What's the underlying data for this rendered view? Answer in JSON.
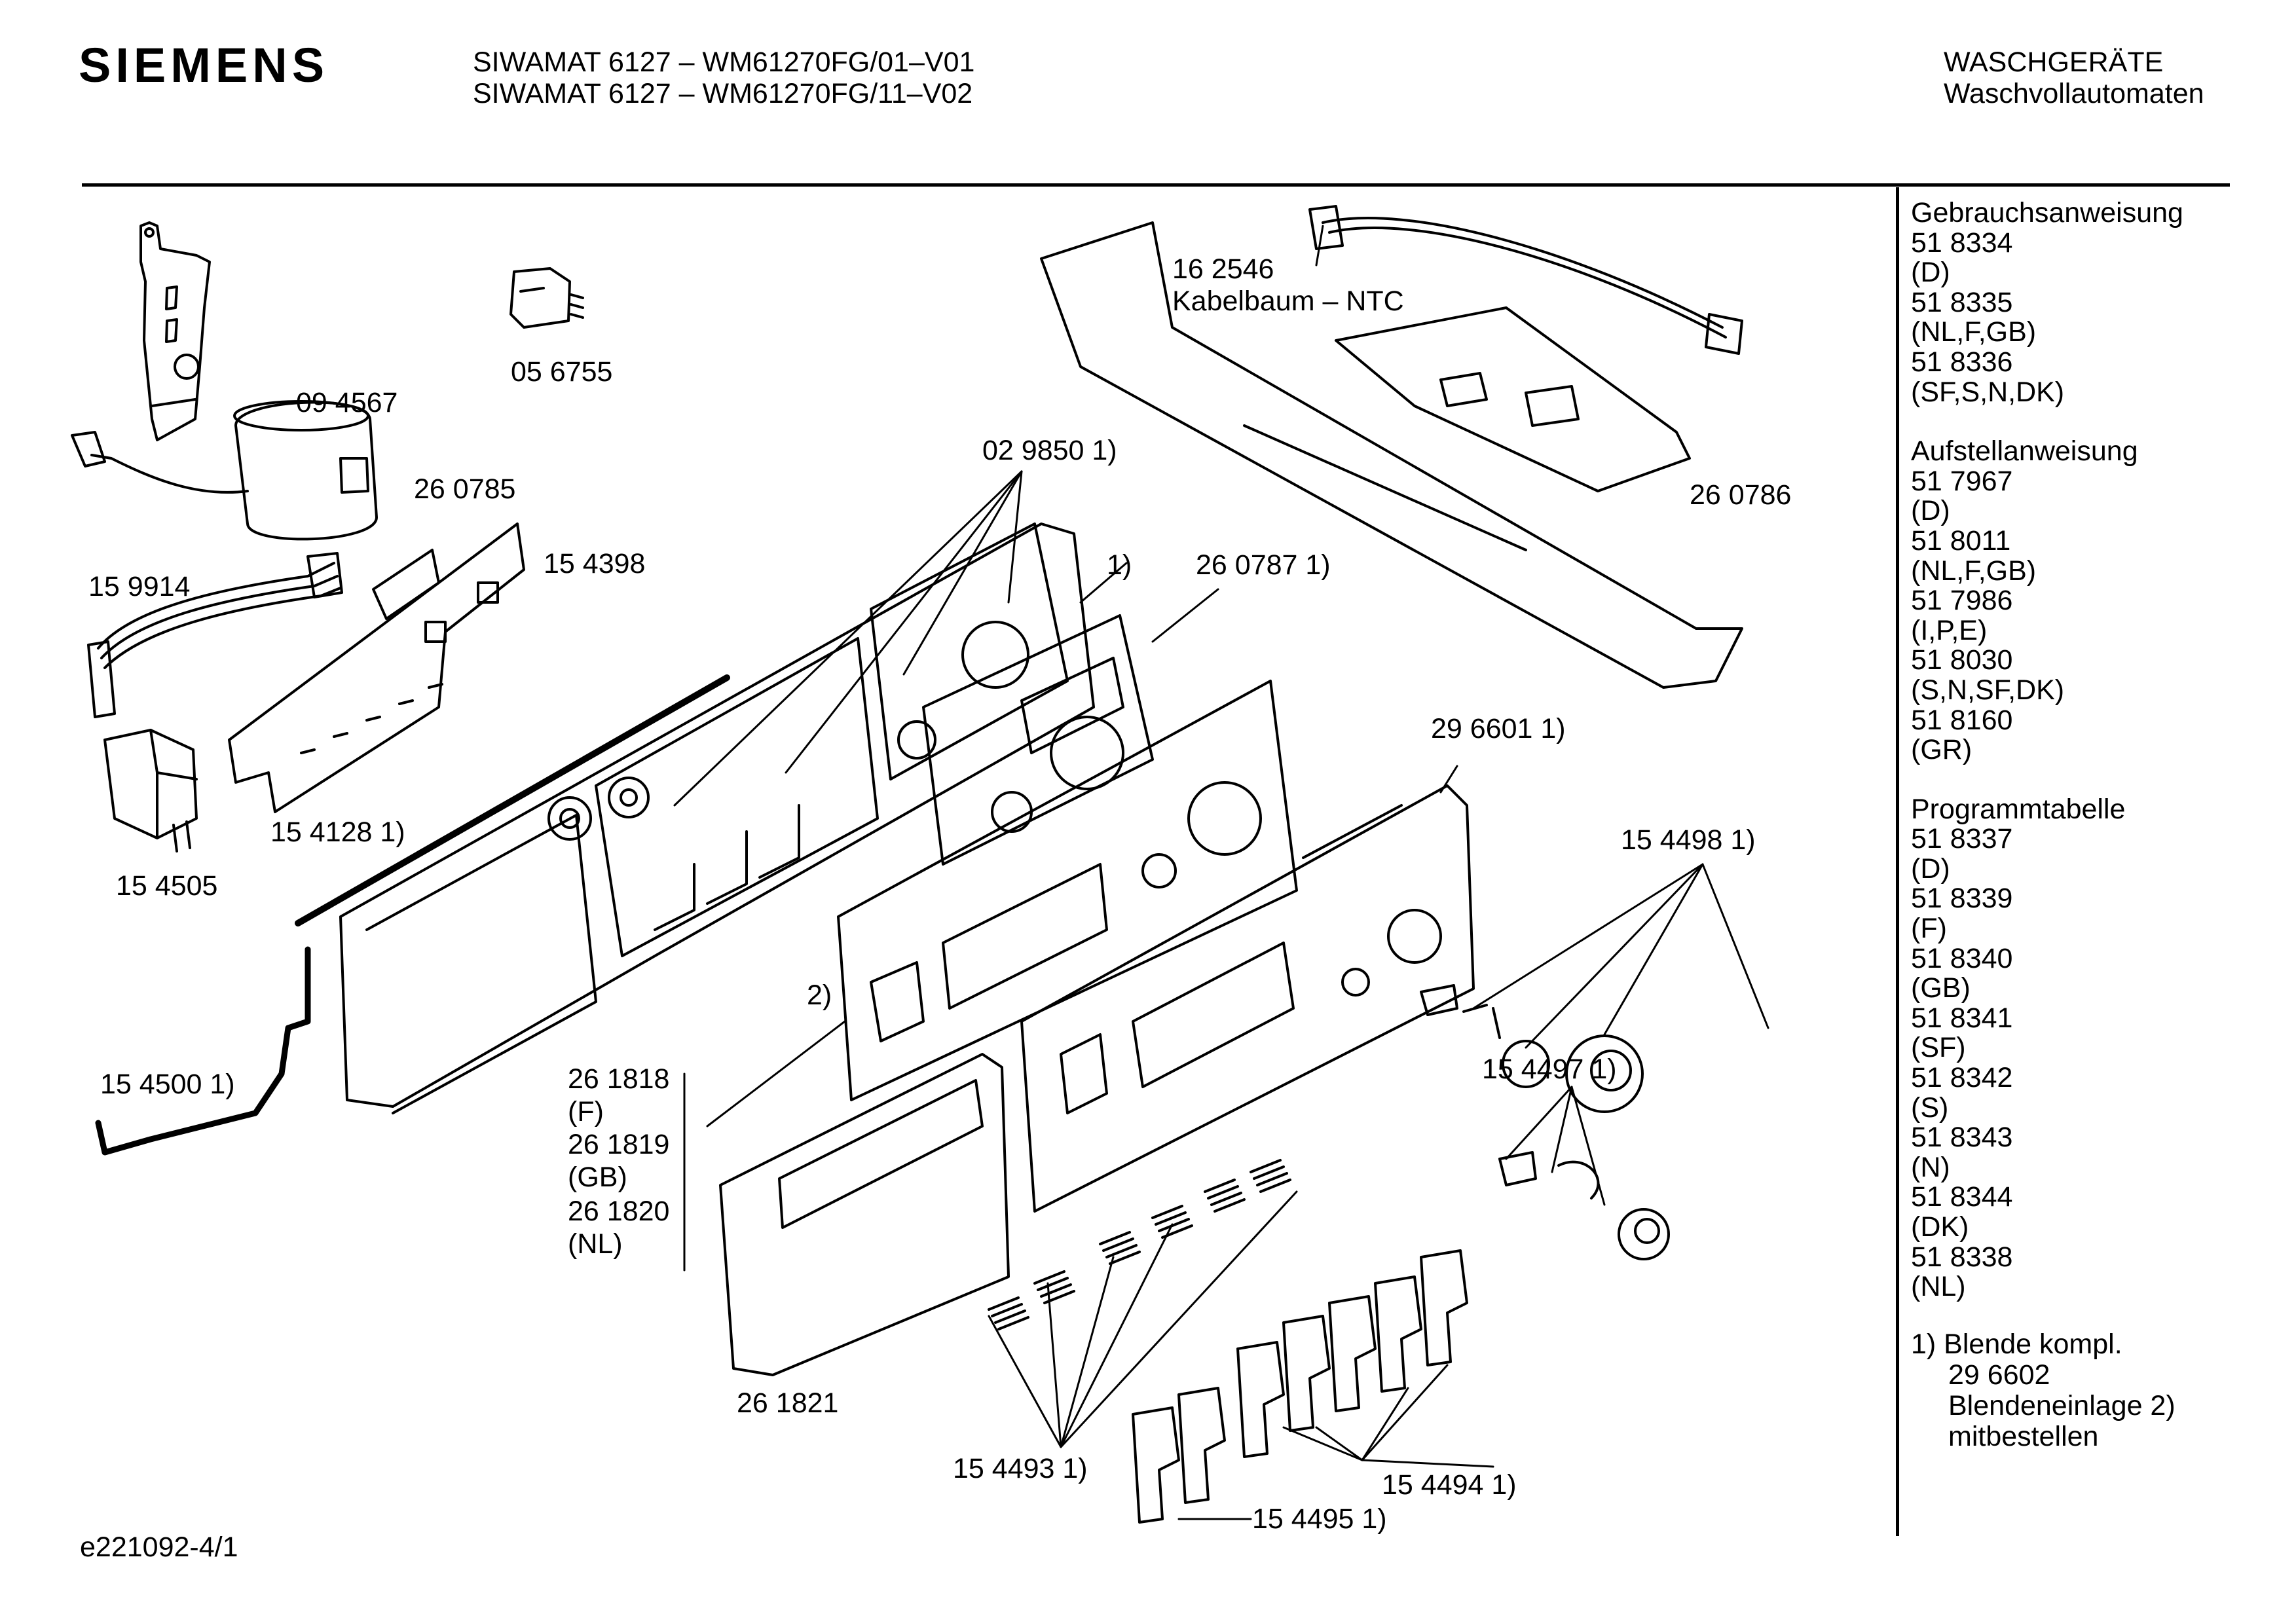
{
  "header": {
    "brand": "SIEMENS",
    "model_line_1": "SIWAMAT 6127 – WM61270FG/01–V01",
    "model_line_2": "SIWAMAT 6127 – WM61270FG/11–V02",
    "category": "WASCHGERÄTE",
    "subcategory": "Waschvollautomaten"
  },
  "callouts": [
    {
      "id": "c1",
      "text": "09 4567"
    },
    {
      "id": "c2",
      "text": "05 6755"
    },
    {
      "id": "c3",
      "text": "16 2546"
    },
    {
      "id": "c4",
      "text": "Kabelbaum – NTC"
    },
    {
      "id": "c5",
      "text": "26 0785"
    },
    {
      "id": "c6",
      "text": "02 9850 1)"
    },
    {
      "id": "c7",
      "text": "15 4398"
    },
    {
      "id": "c8",
      "text": "15 9914"
    },
    {
      "id": "c9",
      "text": "1)"
    },
    {
      "id": "c10",
      "text": "26 0787 1)"
    },
    {
      "id": "c11",
      "text": "26 0786"
    },
    {
      "id": "c12",
      "text": "15 4128 1)"
    },
    {
      "id": "c13",
      "text": "15 4505"
    },
    {
      "id": "c14",
      "text": "29 6601 1)"
    },
    {
      "id": "c15",
      "text": "15 4498 1)"
    },
    {
      "id": "c16",
      "text": "2)"
    },
    {
      "id": "c17",
      "text": "15 4500 1)"
    },
    {
      "id": "c18",
      "text": "26 1818"
    },
    {
      "id": "c19",
      "text": "(F)"
    },
    {
      "id": "c20",
      "text": "26 1819"
    },
    {
      "id": "c21",
      "text": "(GB)"
    },
    {
      "id": "c22",
      "text": "26 1820"
    },
    {
      "id": "c23",
      "text": "(NL)"
    },
    {
      "id": "c24",
      "text": "15 4497 1)"
    },
    {
      "id": "c25",
      "text": "26 1821"
    },
    {
      "id": "c26",
      "text": "15 4493 1)"
    },
    {
      "id": "c27",
      "text": "15 4494 1)"
    },
    {
      "id": "c28",
      "text": "15 4495 1)"
    }
  ],
  "sidebar": {
    "groups": [
      {
        "title": "Gebrauchsanweisung",
        "rows": [
          "51 8334",
          "(D)",
          "51 8335",
          "(NL,F,GB)",
          "51 8336",
          "(SF,S,N,DK)"
        ]
      },
      {
        "title": "Aufstellanweisung",
        "rows": [
          "51 7967",
          "(D)",
          "51 8011",
          "(NL,F,GB)",
          "51 7986",
          "(I,P,E)",
          "51 8030",
          "(S,N,SF,DK)",
          "51 8160",
          "(GR)"
        ]
      },
      {
        "title": "Programmtabelle",
        "rows": [
          "51 8337",
          "(D)",
          "51 8339",
          "(F)",
          "51 8340",
          "(GB)",
          "51 8341",
          "(SF)",
          "51 8342",
          "(S)",
          "51 8343",
          "(N)",
          "51 8344",
          "(DK)",
          "51 8338",
          "(NL)"
        ]
      }
    ],
    "footnote": [
      "1)  Blende kompl.",
      "29 6602",
      "Blendeneinlage 2)",
      "mitbestellen"
    ]
  },
  "footer": {
    "drawing_id": "e221092-4/1"
  }
}
